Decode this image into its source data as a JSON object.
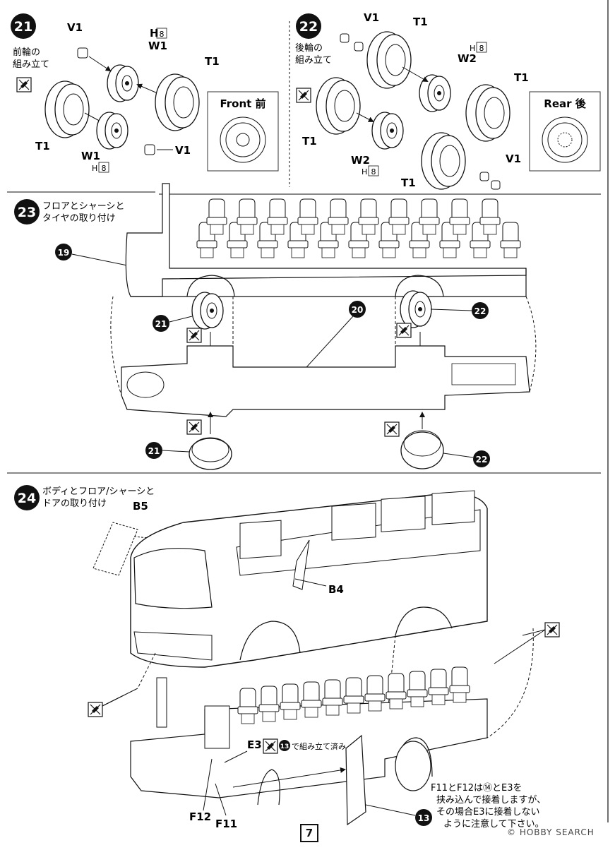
{
  "page_number": "7",
  "watermark": "© HOBBY SEARCH",
  "step21": {
    "number": "21",
    "title": "前輪の組み立て",
    "title_line1": "前輪の",
    "title_line2": "組み立て",
    "parts": {
      "v1": "V1",
      "w1": "W1",
      "t1": "T1",
      "h": "H",
      "h_num": "8"
    },
    "inset_label": "Front 前"
  },
  "step22": {
    "number": "22",
    "title": "後輪の組み立て",
    "title_line1": "後輪の",
    "title_line2": "組み立て",
    "parts": {
      "v1": "V1",
      "w2": "W2",
      "t1": "T1",
      "h": "H",
      "h_num": "8"
    },
    "inset_label": "Rear 後"
  },
  "step23": {
    "number": "23",
    "title_line1": "フロアとシャーシと",
    "title_line2": "タイヤの取り付け",
    "ref_19": "19",
    "ref_20": "20",
    "ref_21": "21",
    "ref_22": "22"
  },
  "step24": {
    "number": "24",
    "title_line1": "ボディとフロア/シャーシと",
    "title_line2": "ドアの取り付け",
    "parts": {
      "b5": "B5",
      "b4": "B4",
      "e3": "E3",
      "e3_note": "で組み立て済み",
      "e3_ref": "13",
      "f12": "F12",
      "f11": "F11",
      "ref_13": "13"
    },
    "note_lines": [
      "F11とF12は⑭とE3を",
      "挟み込んで接着しますが、",
      "その場合E3に接着しない",
      "ように注意して下さい。"
    ]
  }
}
